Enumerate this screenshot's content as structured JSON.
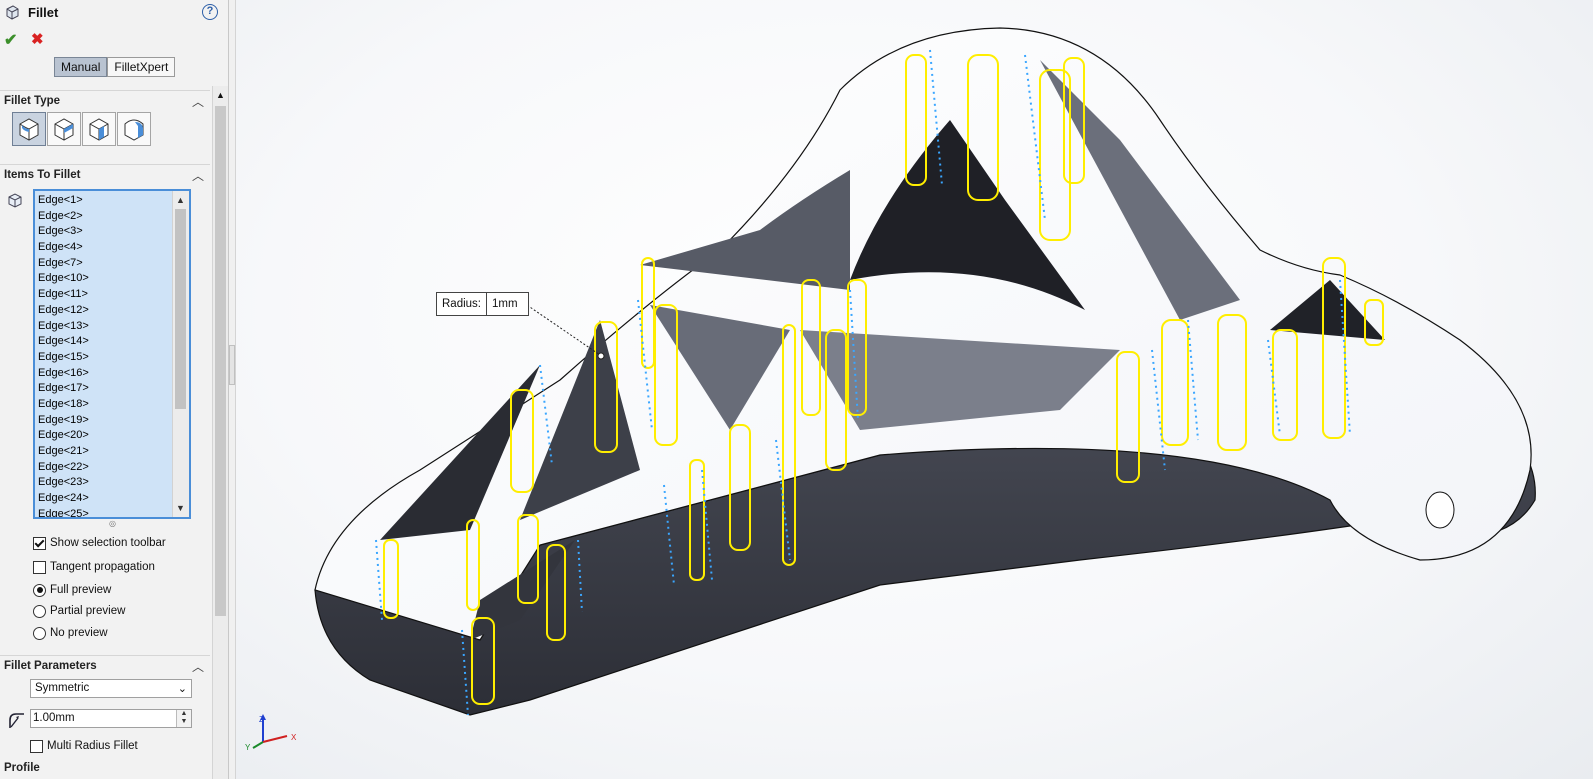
{
  "panel": {
    "title": "Fillet",
    "help_icon": "?",
    "ok_icon": "✔",
    "cancel_icon": "✖",
    "modes": [
      "Manual",
      "FilletXpert"
    ],
    "active_mode": "Manual",
    "sections": {
      "fillet_type": "Fillet Type",
      "items_to_fillet": "Items To Fillet",
      "fillet_parameters": "Fillet Parameters",
      "profile_cut": "Profile"
    },
    "fillet_type_buttons": [
      "constant-size-fillet-icon",
      "variable-size-fillet-icon",
      "face-fillet-icon",
      "full-round-fillet-icon"
    ],
    "selected_fillet_type": "constant-size-fillet-icon",
    "items": [
      "Edge<1>",
      "Edge<2>",
      "Edge<3>",
      "Edge<4>",
      "Edge<7>",
      "Edge<10>",
      "Edge<11>",
      "Edge<12>",
      "Edge<13>",
      "Edge<14>",
      "Edge<15>",
      "Edge<16>",
      "Edge<17>",
      "Edge<18>",
      "Edge<19>",
      "Edge<20>",
      "Edge<21>",
      "Edge<22>",
      "Edge<23>",
      "Edge<24>",
      "Edge<25>"
    ],
    "options": {
      "show_selection_toolbar": {
        "label": "Show selection toolbar",
        "checked": true
      },
      "tangent_propagation": {
        "label": "Tangent propagation",
        "checked": false
      },
      "full_preview": {
        "label": "Full preview",
        "selected": true
      },
      "partial_preview": {
        "label": "Partial preview",
        "selected": false
      },
      "no_preview": {
        "label": "No preview",
        "selected": false
      }
    },
    "parameters": {
      "method": "Symmetric",
      "radius_value": "1.00mm",
      "multi_radius": {
        "label": "Multi Radius Fillet",
        "checked": false
      }
    }
  },
  "viewport": {
    "callout": {
      "label": "Radius:",
      "value": "1mm"
    },
    "triad": {
      "z": "Z",
      "x": "X",
      "y": "Y"
    },
    "colors": {
      "preview": "#ffee00",
      "tangent": "#3aa6ff",
      "body_dark": "#3b3d47",
      "body_light": "#ffffff"
    }
  }
}
